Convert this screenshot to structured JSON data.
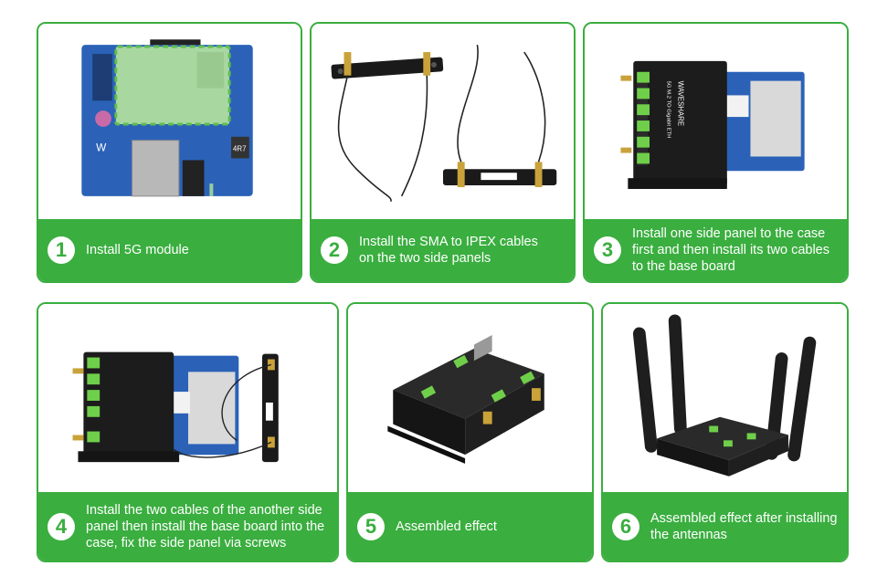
{
  "colors": {
    "accent": "#3aae3f",
    "text_on_accent": "#ffffff",
    "background": "#ffffff"
  },
  "steps": [
    {
      "number": "1",
      "text": "Install 5G module",
      "image": "board-with-5g-module"
    },
    {
      "number": "2",
      "text": "Install the SMA to IPEX cables\non the two side panels",
      "image": "side-panels-with-cables"
    },
    {
      "number": "3",
      "text": "Install one side panel to the case\nfirst and then install its two cables\nto the base board",
      "image": "case-side-panel-and-board"
    },
    {
      "number": "4",
      "text": "Install the two cables of the another side\npanel then install the base board into the\ncase, fix the side panel via screws",
      "image": "board-in-case-with-panel"
    },
    {
      "number": "5",
      "text": "Assembled effect",
      "image": "assembled-case"
    },
    {
      "number": "6",
      "text": "Assembled effect after installing\nthe antennas",
      "image": "assembled-with-antennas"
    }
  ],
  "product_labels": {
    "brand": "WAVESHARE",
    "model": "5G M.2 TO Gigabit ETH",
    "board_part": "4R7"
  }
}
